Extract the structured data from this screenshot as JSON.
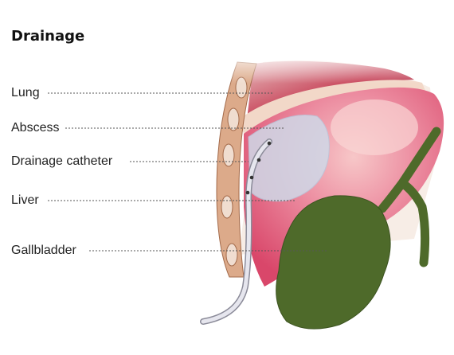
{
  "title": "Drainage",
  "labels": {
    "lung": "Lung",
    "abscess": "Abscess",
    "catheter": "Drainage catheter",
    "liver": "Liver",
    "gallbladder": "Gallbladder"
  },
  "colors": {
    "lung": "#c0374f",
    "liver": "#e2657f",
    "liver_highlight": "#f6c3c4",
    "abscess": "#c9d6e6",
    "gallbladder": "#4e6a2a",
    "rib_wall": "#dcaa8a",
    "rib": "#f0ddd0",
    "catheter": "#e6e6ee",
    "leader_line": "#555555"
  }
}
